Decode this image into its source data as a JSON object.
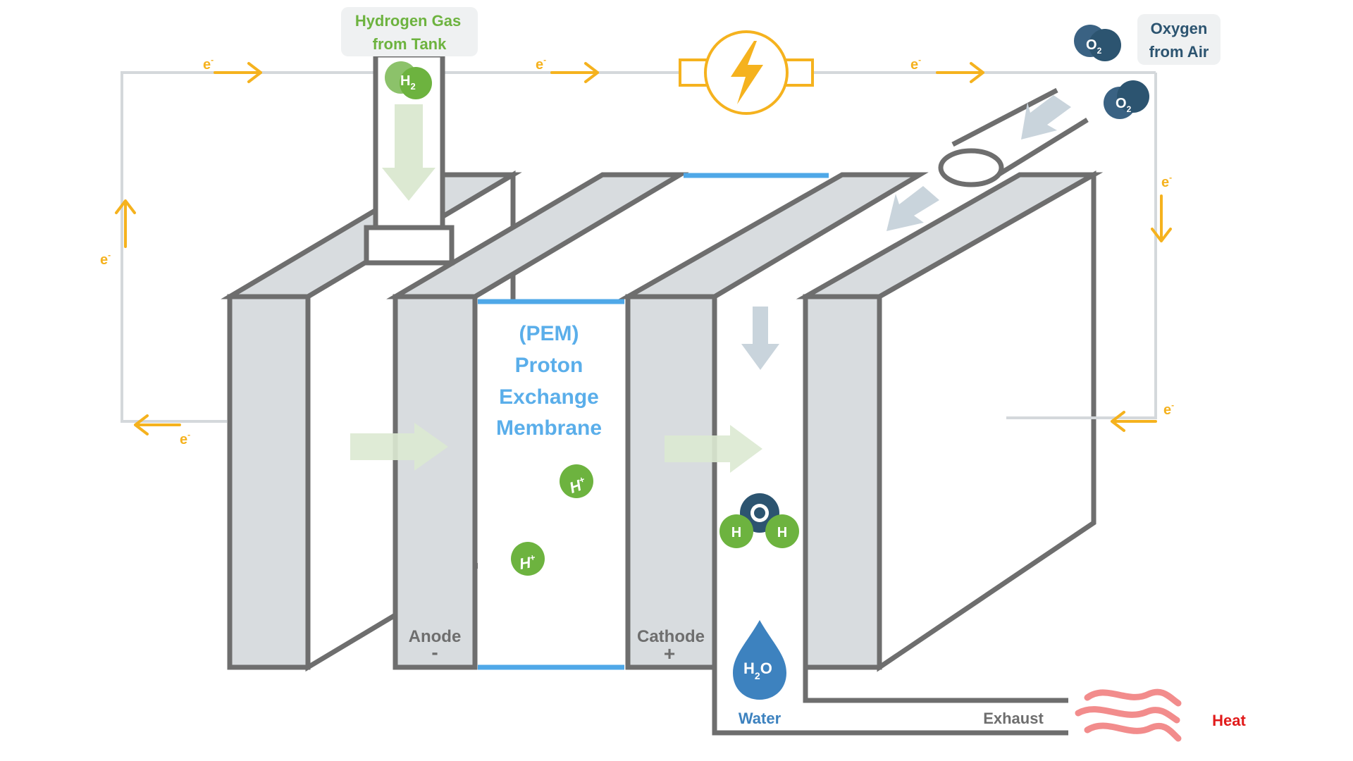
{
  "colors": {
    "electron": "#F5B21E",
    "wire": "#D4D8DB",
    "plate_stroke": "#6E6E6E",
    "plate_fill": "#D8DCDF",
    "membrane_edge": "#4FA8E8",
    "membrane_text": "#5AAEEA",
    "hydrogen": "#6DB33F",
    "hydrogen_light": "#8CC26A",
    "oxygen": "#2C5470",
    "arrow_green": "#DCE9D2",
    "arrow_blue": "#C9D4DC",
    "water_drop": "#3D82BF",
    "heat": "#F28C8C",
    "heat_text": "#E11B1B"
  },
  "labels": {
    "hydrogen_line1": "Hydrogen Gas",
    "hydrogen_line2": "from Tank",
    "oxygen_line1": "Oxygen",
    "oxygen_line2": "from Air",
    "pem_line1": "(PEM)",
    "pem_line2": "Proton",
    "pem_line3": "Exchange",
    "pem_line4": "Membrane",
    "anode": "Anode",
    "anode_sign": "-",
    "cathode": "Cathode",
    "cathode_sign": "+",
    "water": "Water",
    "exhaust": "Exhaust",
    "heat": "Heat",
    "electron": "e",
    "electron_sup": "-"
  },
  "molecules": {
    "h2": "H",
    "h2_sub": "2",
    "o2": "O",
    "o2_sub": "2",
    "h_plus": "H",
    "h_plus_sup": "+",
    "water_o": "O",
    "water_h": "H",
    "drop_h": "H",
    "drop_sub": "2",
    "drop_o": "O"
  },
  "icons": {
    "power_source": "lightning-bolt-icon",
    "water": "water-drop-icon",
    "heat": "heat-waves-icon"
  }
}
